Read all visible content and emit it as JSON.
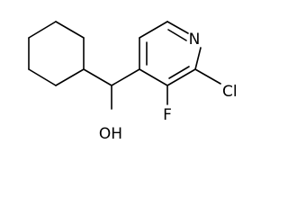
{
  "molecule": {
    "atoms": {
      "nitrogen": "N",
      "chlorine": "Cl",
      "fluorine": "F",
      "hydroxyl": "OH"
    },
    "colors": {
      "bond": "#000000",
      "label": "#000000",
      "background": "#ffffff"
    }
  }
}
